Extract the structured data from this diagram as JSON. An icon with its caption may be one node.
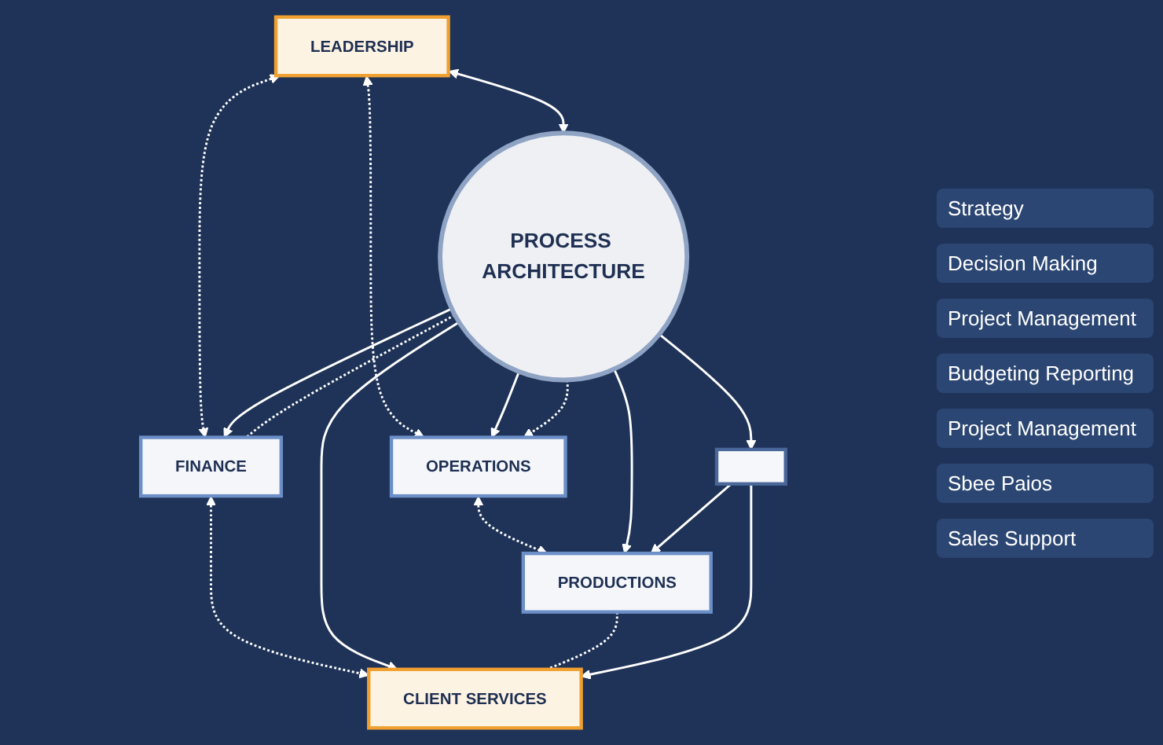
{
  "diagram": {
    "nodes": [
      {
        "text": [
          "LEADERSHIP"
        ]
      },
      {
        "text": [
          "OPERATIONS"
        ]
      },
      {
        "text": [
          "PROCESS ARCHITECTURE"
        ]
      },
      {
        "text": [
          "FINANCE"
        ]
      },
      {
        "text": [
          "PRODUCTIONS"
        ]
      },
      {
        "text": [
          "CLIENT SERVICES"
        ]
      },
      {
        "text": [],
        "shape": "box"
      }
    ],
    "edges": [
      {
        "from": 0,
        "to": 1,
        "arrow": "both",
        "style": "dashed"
      },
      {
        "from": 0,
        "to": 3,
        "arrow": "both",
        "style": "dashed"
      },
      {
        "from": 0,
        "to": 2,
        "arrow": "both"
      },
      {
        "from": 2,
        "to": 1,
        "arrow": "to"
      },
      {
        "from": 2,
        "to": 3,
        "arrow": "to"
      },
      {
        "from": 2,
        "to": 1,
        "arrow": "to",
        "style": "dashed"
      },
      {
        "from": 2,
        "to": 3,
        "arrow": "none",
        "style": "dashed"
      },
      {
        "from": 1,
        "to": 4,
        "arrow": "both",
        "style": "dashed"
      },
      {
        "from": 3,
        "to": 5,
        "arrow": "both",
        "style": "dashed"
      },
      {
        "from": 2,
        "to": 4,
        "arrow": "to"
      },
      {
        "from": 2,
        "to": 5,
        "arrow": "to"
      },
      {
        "from": 4,
        "to": 5,
        "arrow": "none",
        "style": "dashed"
      },
      {
        "from": 2,
        "to": 6,
        "arrow": "to"
      },
      {
        "from": 6,
        "to": 4,
        "arrow": "to"
      },
      {
        "from": 6,
        "to": 5,
        "arrow": "to"
      }
    ],
    "labels": [
      "Strategy",
      "Decision Making",
      "Project Management",
      "Budgeting Reporting",
      "Project Management",
      "Sbee Paios",
      "Sales Support"
    ]
  }
}
